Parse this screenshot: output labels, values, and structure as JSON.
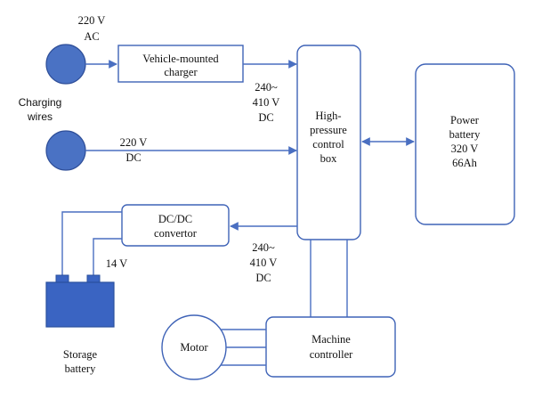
{
  "colors": {
    "line": "#4a6fc1",
    "fill": "#4a72c4",
    "battery": "#3a64c2"
  },
  "labels": {
    "ac_voltage": "220 V",
    "ac_type": "AC",
    "charging": "Charging",
    "wires": "wires",
    "dc_in_voltage": "220 V",
    "dc_in_type": "DC",
    "charger_line1": "Vehicle-mounted",
    "charger_line2": "charger",
    "range1_a": "240~",
    "range1_b": "410 V",
    "range1_c": "DC",
    "hv_line1": "High-",
    "hv_line2": "pressure",
    "hv_line3": "control",
    "hv_line4": "box",
    "pb_line1": "Power",
    "pb_line2": "battery",
    "pb_line3": "320 V",
    "pb_line4": "66Ah",
    "dcdc_line1": "DC/DC",
    "dcdc_line2": "convertor",
    "v14": "14 V",
    "range2_a": "240~",
    "range2_b": "410 V",
    "range2_c": "DC",
    "storage": "Storage",
    "battery": "battery",
    "motor": "Motor",
    "mc_line1": "Machine",
    "mc_line2": "controller"
  }
}
